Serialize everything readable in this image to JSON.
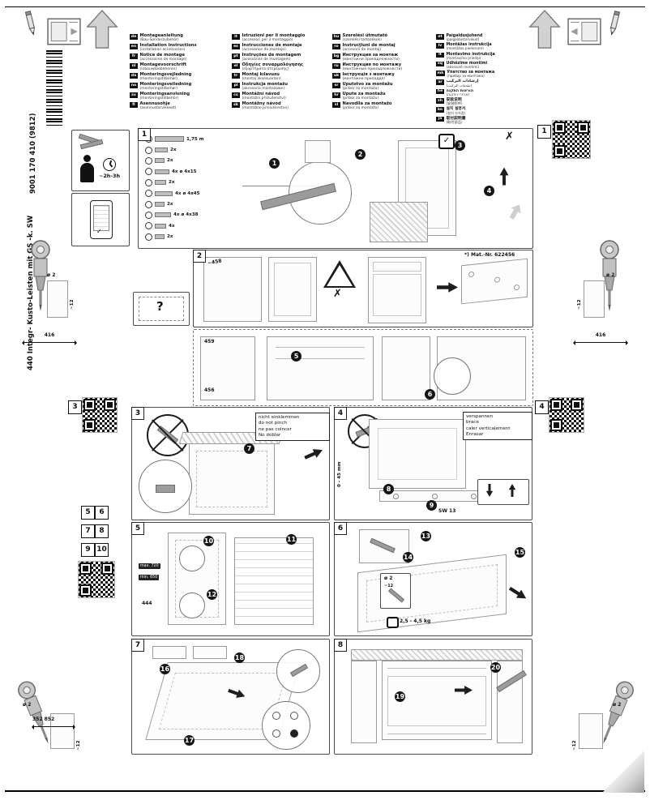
{
  "page": {
    "code": "9001 170 410 (9812)",
    "model": "440 Integr- Kusto-Leisten mit GS -k. SW",
    "time_estimate": "~2h-3h"
  },
  "icons": {
    "check": "✓",
    "cross": "✗",
    "question": "?"
  },
  "languages": {
    "col1": [
      {
        "code": "de",
        "title": "Montageanleitung",
        "sub": "(Bau-Sonderzubehör)"
      },
      {
        "code": "en",
        "title": "Installation instructions",
        "sub": "(installation accessories)"
      },
      {
        "code": "fr",
        "title": "Notice de montage",
        "sub": "(accessoires de montage)"
      },
      {
        "code": "nl",
        "title": "Montagevoorschrift",
        "sub": "(inbouwtoebehoren)"
      },
      {
        "code": "da",
        "title": "Monteringsvejledning",
        "sub": "(monteringstilbehør)"
      },
      {
        "code": "no",
        "title": "Monteringsveiledning",
        "sub": "(monteringstilbehør)"
      },
      {
        "code": "sv",
        "title": "Monteringsanvisning",
        "sub": "(monteringstillbehör)"
      },
      {
        "code": "fi",
        "title": "Asennusohje",
        "sub": "(asennustarvikkeet)"
      }
    ],
    "col2": [
      {
        "code": "it",
        "title": "Istruzioni per il montaggio",
        "sub": "(accessori per il montaggio)"
      },
      {
        "code": "es",
        "title": "Instrucciones de montaje",
        "sub": "(accesorios de montaje)"
      },
      {
        "code": "pt",
        "title": "Instruções de montagem",
        "sub": "(acessórios de montagem)"
      },
      {
        "code": "el",
        "title": "Οδηγίες συναρμολόγησης",
        "sub": "(εξαρτήματα στερέωσης)"
      },
      {
        "code": "tr",
        "title": "Montaj kılavuzu",
        "sub": "(montaj aksesuarları)"
      },
      {
        "code": "pl",
        "title": "Instrukcja montażu",
        "sub": "(akcesoria montażowe)"
      },
      {
        "code": "cs",
        "title": "Montážní návod",
        "sub": "(montážní příslušenství)"
      },
      {
        "code": "sk",
        "title": "Montážny návod",
        "sub": "(montážne príslušenstvo)"
      }
    ],
    "col3": [
      {
        "code": "hu",
        "title": "Szerelési útmutató",
        "sub": "(szerelési tartozékok)"
      },
      {
        "code": "ro",
        "title": "Instrucţiuni de montaj",
        "sub": "(accesorii de montaj)"
      },
      {
        "code": "bg",
        "title": "Инструкция за монтаж",
        "sub": "(монтажни принадлежности)"
      },
      {
        "code": "ru",
        "title": "Инструкция по монтажу",
        "sub": "(монтажные принадлежности)"
      },
      {
        "code": "uk",
        "title": "Інструкція з монтажу",
        "sub": "(монтажне приладдя)"
      },
      {
        "code": "sr",
        "title": "Uputstvo za montažu",
        "sub": "(pribor za montažu)"
      },
      {
        "code": "hr",
        "title": "Upute za montažu",
        "sub": "(pribor za montažu)"
      },
      {
        "code": "sl",
        "title": "Navodila za montažo",
        "sub": "(pribor za montažo)"
      }
    ],
    "col4": [
      {
        "code": "et",
        "title": "Paigaldusjuhend",
        "sub": "(paigaldustarvikud)"
      },
      {
        "code": "lv",
        "title": "Montāžas instrukcija",
        "sub": "(montāžas piederumi)"
      },
      {
        "code": "lt",
        "title": "Montavimo instrukcija",
        "sub": "(montavimo priedai)"
      },
      {
        "code": "sq",
        "title": "Udhëzime montimi",
        "sub": "(aksesorë montimi)"
      },
      {
        "code": "mk",
        "title": "Упатство за монтажа",
        "sub": "(прибор за монтажа)"
      },
      {
        "code": "ar",
        "title": "إرشادات التركيب",
        "sub": "(ملحقات التركيب)"
      },
      {
        "code": "he",
        "title": "הוראות התקנה",
        "sub": "(אביזרי התקנה)"
      },
      {
        "code": "zh",
        "title": "安装说明",
        "sub": "(安装附件)"
      },
      {
        "code": "ko",
        "title": "설치 설명서",
        "sub": "(설치 부속품)"
      },
      {
        "code": "ja",
        "title": "取付説明書",
        "sub": "(取付部品)"
      }
    ]
  },
  "parts": {
    "items": [
      {
        "label": "1,75 m"
      },
      {
        "label": "2x"
      },
      {
        "label": "2x"
      },
      {
        "label": "4x  ø 4x15"
      },
      {
        "label": "2x"
      },
      {
        "label": "4x  ø 4x45"
      },
      {
        "label": "2x"
      },
      {
        "label": "4x  ø 4x38"
      },
      {
        "label": "4x"
      },
      {
        "label": "2x"
      }
    ]
  },
  "panels": {
    "p1": "1",
    "p2": "2",
    "p3": "3",
    "p4": "4",
    "p5": "5",
    "p6": "6",
    "p7": "7",
    "p8": "8"
  },
  "steps": [
    "1",
    "2",
    "3",
    "4",
    "5",
    "6",
    "7",
    "8",
    "9",
    "10",
    "11",
    "12",
    "13",
    "14",
    "15",
    "16",
    "17",
    "18",
    "19",
    "20"
  ],
  "refs": {
    "qr_top": "1",
    "qr_left": "3",
    "qr_right": "4",
    "pages": [
      "5",
      "6",
      "7",
      "8",
      "9",
      "10"
    ]
  },
  "dims": {
    "d416": "416",
    "phi2": "ø 2",
    "tilde12": "~12",
    "n458": "~458",
    "n459": "459",
    "n456": "456",
    "mat_nr": "*) Mat.-Nr. 622456",
    "range_0_45": "0 - 45 mm",
    "sw13": "SW 13",
    "max720": "max. 720",
    "min650": "min. 650",
    "d444": "444",
    "weight": "2,5 - 4,5 kg",
    "d352": "352  852"
  },
  "notes": {
    "pinch": [
      "nicht einklemmen",
      "do not pinch",
      "ne pas coincer",
      "No doblar"
    ],
    "brace": [
      "verspannen",
      "brace",
      "caler verticalement",
      "Enrasar"
    ]
  }
}
